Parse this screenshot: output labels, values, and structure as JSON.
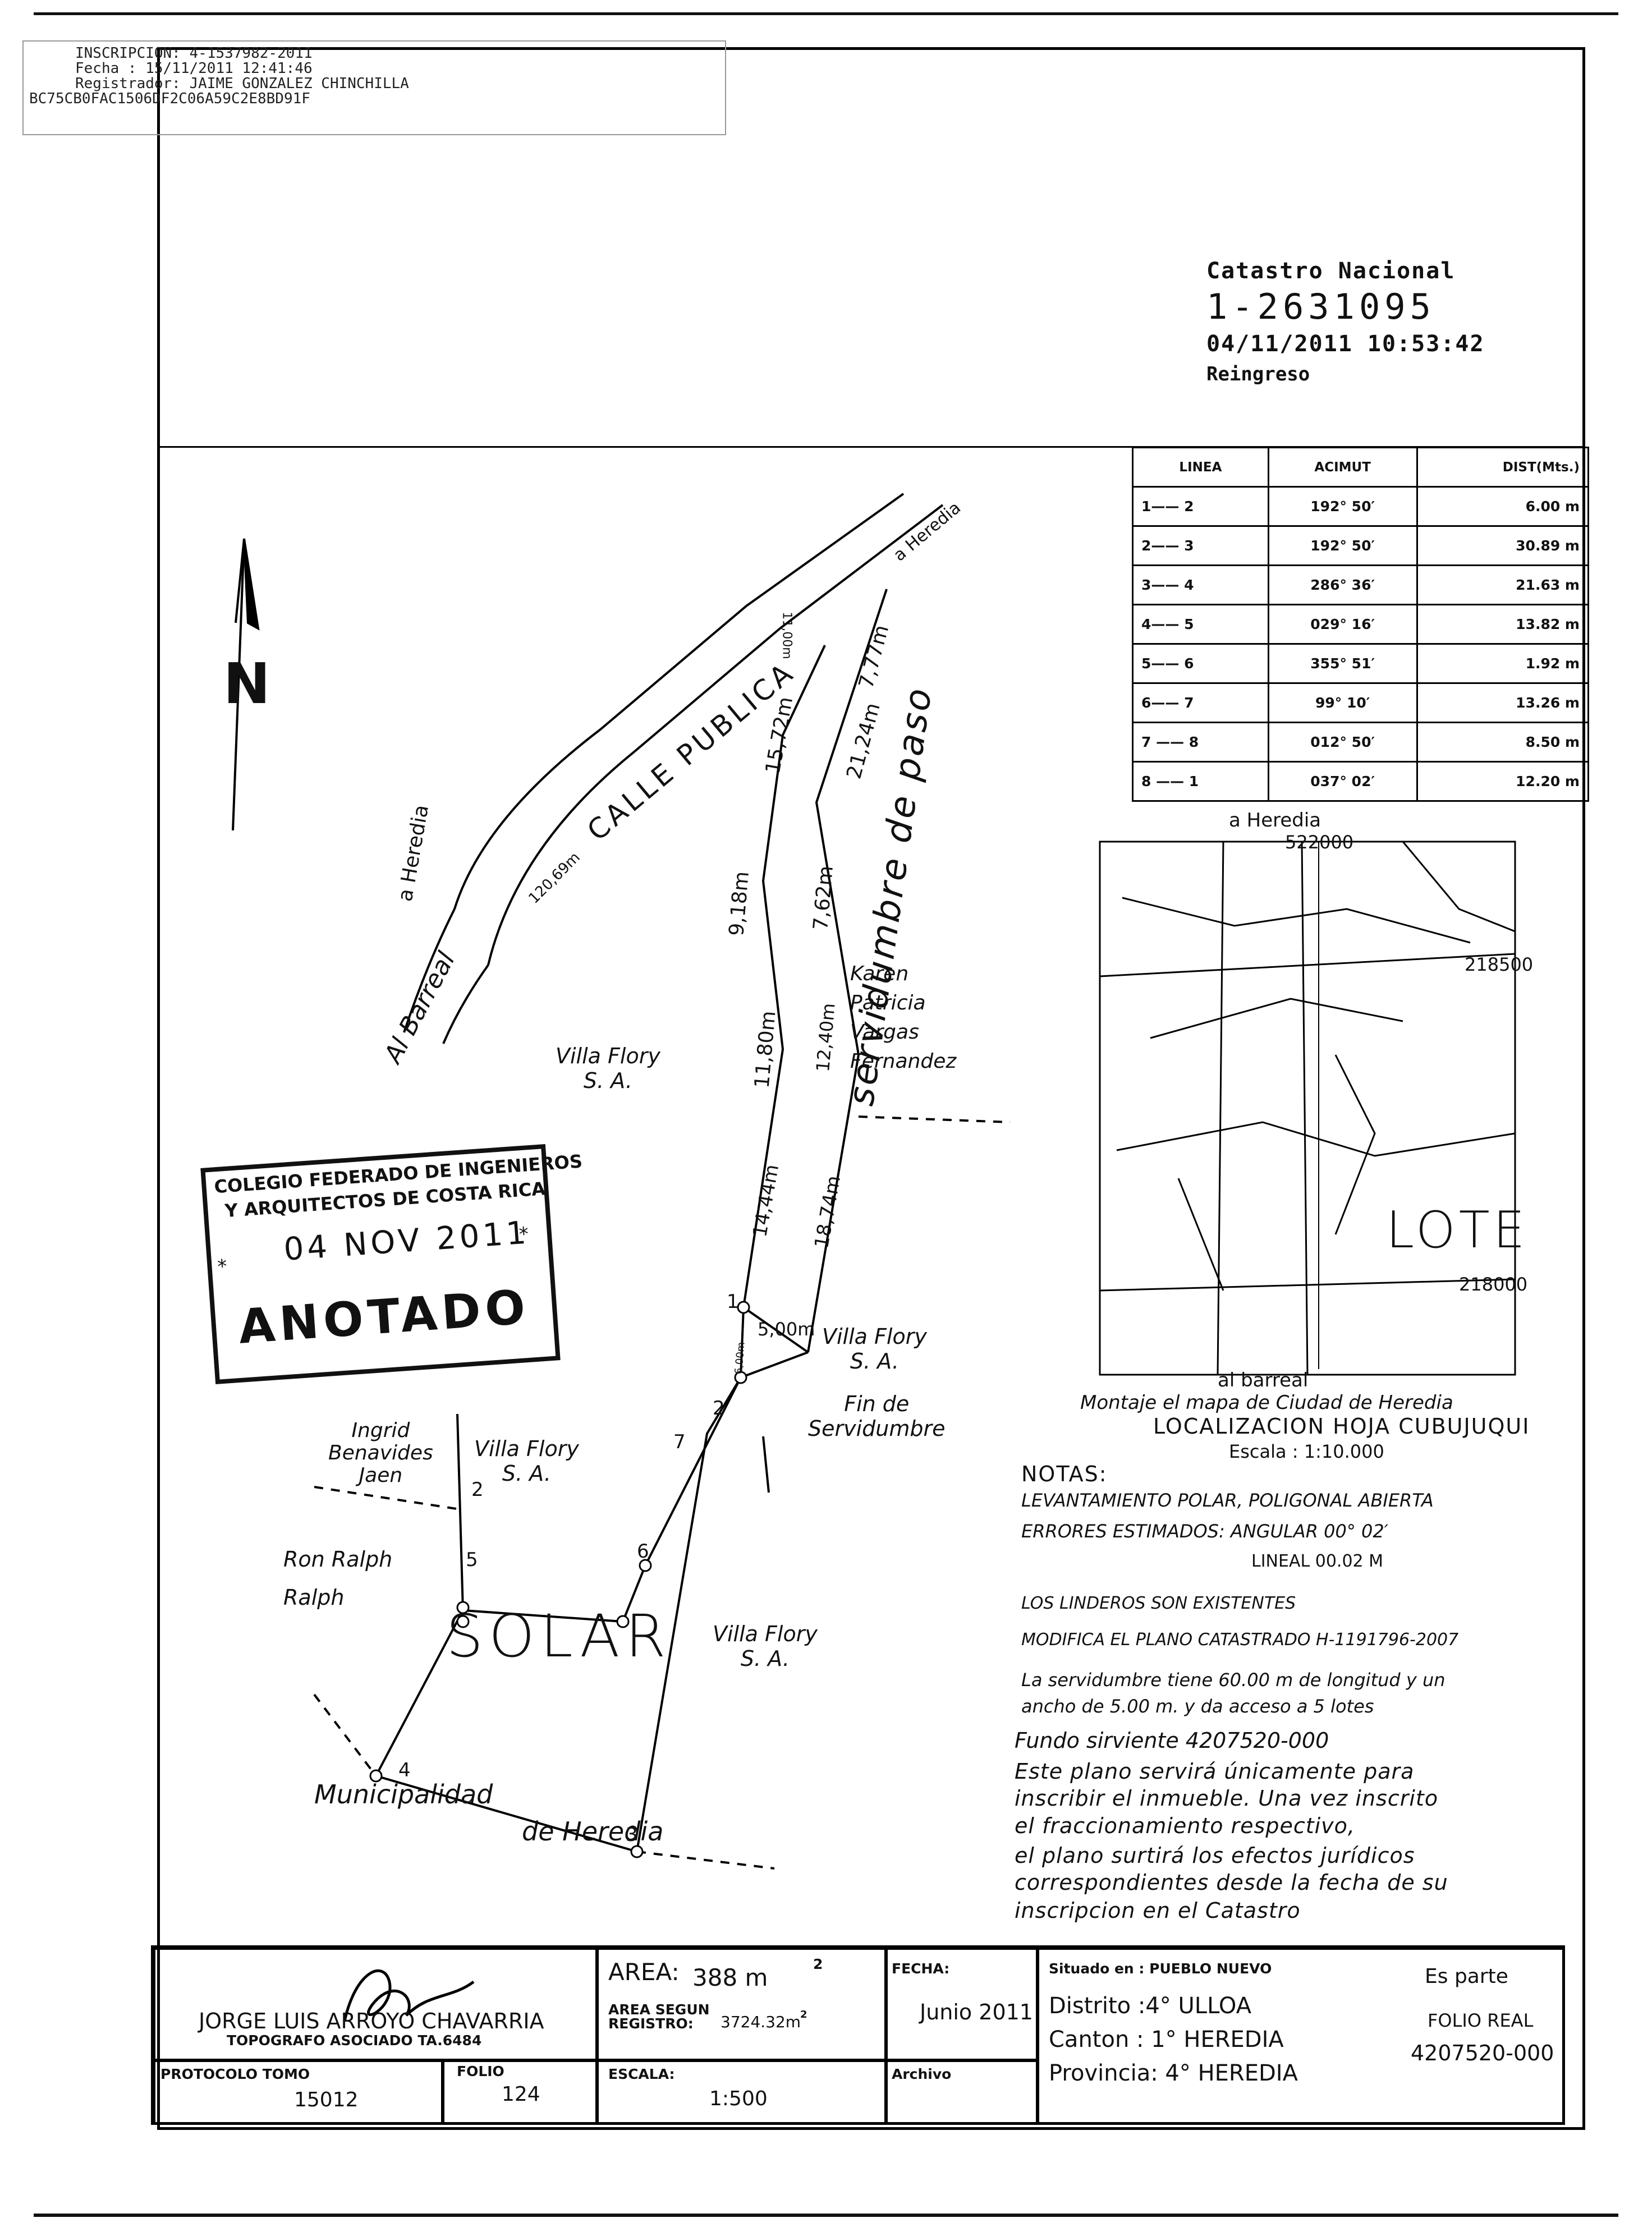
{
  "registration": {
    "line1": "INSCRIPCION: 4-1537982-2011",
    "line2": "Fecha        : 15/11/2011 12:41:46",
    "line3": "Registrador: JAIME GONZALEZ CHINCHILLA",
    "line4": "BC75CB0FAC1506DF2C06A59C2E8BD91F"
  },
  "catastro": {
    "title": "Catastro Nacional",
    "number": "1-2631095",
    "datetime": "04/11/2011 10:53:42",
    "status": "Reingreso"
  },
  "line_table": {
    "headers": [
      "LINEA",
      "ACIMUT",
      "DIST(Mts.)"
    ],
    "rows": [
      [
        "1—— 2",
        "192° 50′",
        "6.00 m"
      ],
      [
        "2—— 3",
        "192° 50′",
        "30.89 m"
      ],
      [
        "3—— 4",
        "286° 36′",
        "21.63 m"
      ],
      [
        "4—— 5",
        "029° 16′",
        "13.82 m"
      ],
      [
        "5—— 6",
        "355° 51′",
        "1.92 m"
      ],
      [
        "6—— 7",
        "99° 10′",
        "13.26 m"
      ],
      [
        "7 —— 8",
        "012° 50′",
        "8.50 m"
      ],
      [
        "8 —— 1",
        "037° 02′",
        "12.20 m"
      ]
    ]
  },
  "map_labels": {
    "north": "N",
    "calle_publica": "CALLE PUBLICA",
    "a_heredia_top": "a Heredia",
    "street_width": "11,00m",
    "a_heredia_left": "a Heredia",
    "al_barreal": "Al Barreal",
    "dist_120": "120,69m",
    "servidumbre": "servidumbre de paso",
    "d_777": "7,77m",
    "d_1572": "15,72m",
    "d_2124": "21,24m",
    "d_918": "9,18m",
    "d_762": "7,62m",
    "d_1180": "11,80m",
    "d_1240": "12,40m",
    "d_1444": "14,44m",
    "d_1874": "18,74m",
    "d_500": "5,00m",
    "d_600": "6,00m",
    "owner_karen": [
      "Karen",
      "Patricia",
      "Vargas",
      "Fernandez"
    ],
    "villa_flory": [
      "Villa Flory",
      "S. A."
    ],
    "fin_serv": [
      "Fin de",
      "Servidumbre"
    ],
    "ingrid": [
      "Ingrid",
      "Benavides",
      "Jaen"
    ],
    "ron": [
      "Ron Ralph",
      "Ralph"
    ],
    "solar": "SOLAR",
    "municipalidad": [
      "Municipalidad",
      "de Heredia"
    ],
    "points": [
      "1",
      "2",
      "3",
      "4",
      "5",
      "6",
      "7",
      "2"
    ]
  },
  "stamp": {
    "line1": "COLEGIO FEDERADO DE INGENIEROS",
    "line2": "Y ARQUITECTOS DE COSTA RICA",
    "date": "04 NOV 2011",
    "status": "ANOTADO",
    "star": "*"
  },
  "location": {
    "top_label": "a Heredia",
    "coord_x": "522000",
    "coord_y1": "218500",
    "coord_y2": "218000",
    "lote": "LOTE",
    "bottom_label": "al barreal",
    "caption": "Montaje el mapa de Ciudad de Heredia",
    "title": "LOCALIZACION HOJA CUBUJUQUI",
    "scale": "Escala : 1:10.000"
  },
  "notes": {
    "heading": "NOTAS:",
    "n1": "LEVANTAMIENTO POLAR, POLIGONAL ABIERTA",
    "n2": "ERRORES   ESTIMADOS: ANGULAR  00° 02′",
    "n3": "LINEAL      00.02 M",
    "n4": "LOS LINDEROS SON EXISTENTES",
    "n5": "MODIFICA EL PLANO CATASTRADO  H-1191796-2007",
    "n6": "La servidumbre tiene 60.00 m de longitud y un",
    "n7": "ancho de 5.00 m.  y da acceso a 5 lotes",
    "n8": "Fundo sirviente   4207520-000",
    "n9": "Este plano servirá únicamente para",
    "n10": "inscribir el inmueble. Una vez inscrito",
    "n11": "el fraccionamiento  respectivo,",
    "n12": "el plano surtirá los efectos jurídicos",
    "n13": "correspondientes  desde la fecha de su",
    "n14": "inscripcion en el Catastro"
  },
  "title_block": {
    "surveyor": "JORGE LUIS ARROYO CHAVARRIA",
    "surveyor_title": "TOPOGRAFO ASOCIADO TA.6484",
    "protocolo_label": "PROTOCOLO TOMO",
    "protocolo_value": "15012",
    "folio_label": "FOLIO",
    "folio_value": "124",
    "area_label": "AREA:",
    "area_value": "388  m",
    "area_exp": "2",
    "area_reg_label1": "AREA SEGUN",
    "area_reg_label2": "REGISTRO:",
    "area_reg_value": "3724.32m",
    "area_reg_exp": "2",
    "escala_label": "ESCALA:",
    "escala_value": "1:500",
    "fecha_label": "FECHA:",
    "fecha_value": "Junio 2011",
    "archivo_label": "Archivo",
    "situado_label": "Situado en : PUEBLO NUEVO",
    "distrito": "Distrito :4° ULLOA",
    "canton": "Canton : 1° HEREDIA",
    "provincia": "Provincia: 4° HEREDIA",
    "es_parte": "Es parte",
    "folio_real_label": "FOLIO REAL",
    "folio_real_value": "4207520-000"
  }
}
